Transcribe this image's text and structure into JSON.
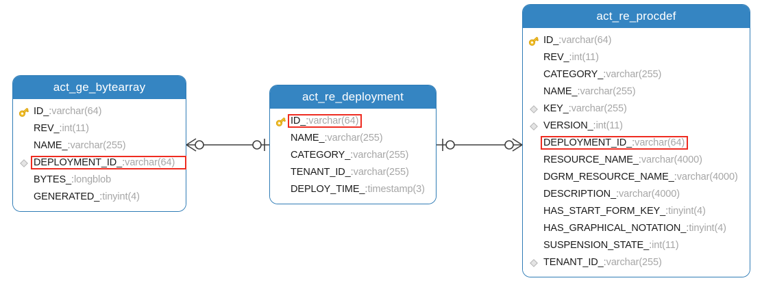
{
  "diagram": {
    "type": "entity-relationship-diagram",
    "background": "#ffffff",
    "header_color": "#3585c2",
    "border_color": "#2e7bb5",
    "highlight_color": "#ee2b20",
    "type_text_color": "#a6a6a6",
    "name_text_color": "#1a1a1a"
  },
  "tables": [
    {
      "id": "act_ge_bytearray",
      "title": "act_ge_bytearray",
      "fields": [
        {
          "name": "ID_",
          "sep": ":",
          "type": "varchar(64)",
          "marker": "primary-key-icon",
          "highlighted": false
        },
        {
          "name": "REV_",
          "sep": ":",
          "type": "int(11)",
          "marker": "none",
          "highlighted": false
        },
        {
          "name": "NAME_",
          "sep": ":",
          "type": "varchar(255)",
          "marker": "none",
          "highlighted": false
        },
        {
          "name": "DEPLOYMENT_ID_",
          "sep": ":",
          "type": "varchar(64)",
          "marker": "index-diamond-icon",
          "highlighted": true
        },
        {
          "name": "BYTES_",
          "sep": ":",
          "type": "longblob",
          "marker": "none",
          "highlighted": false
        },
        {
          "name": "GENERATED_",
          "sep": ":",
          "type": "tinyint(4)",
          "marker": "none",
          "highlighted": false
        }
      ]
    },
    {
      "id": "act_re_deployment",
      "title": "act_re_deployment",
      "fields": [
        {
          "name": "ID_",
          "sep": ":",
          "type": "varchar(64)",
          "marker": "primary-key-icon",
          "highlighted": true
        },
        {
          "name": "NAME_",
          "sep": ":",
          "type": "varchar(255)",
          "marker": "none",
          "highlighted": false
        },
        {
          "name": "CATEGORY_",
          "sep": ":",
          "type": "varchar(255)",
          "marker": "none",
          "highlighted": false
        },
        {
          "name": "TENANT_ID_",
          "sep": ":",
          "type": "varchar(255)",
          "marker": "none",
          "highlighted": false
        },
        {
          "name": "DEPLOY_TIME_",
          "sep": ":",
          "type": "timestamp(3)",
          "marker": "none",
          "highlighted": false
        }
      ]
    },
    {
      "id": "act_re_procdef",
      "title": "act_re_procdef",
      "fields": [
        {
          "name": "ID_",
          "sep": ":",
          "type": "varchar(64)",
          "marker": "primary-key-icon",
          "highlighted": false
        },
        {
          "name": "REV_",
          "sep": ":",
          "type": "int(11)",
          "marker": "none",
          "highlighted": false
        },
        {
          "name": "CATEGORY_",
          "sep": ":",
          "type": "varchar(255)",
          "marker": "none",
          "highlighted": false
        },
        {
          "name": "NAME_",
          "sep": ":",
          "type": "varchar(255)",
          "marker": "none",
          "highlighted": false
        },
        {
          "name": "KEY_",
          "sep": ":",
          "type": "varchar(255)",
          "marker": "index-diamond-icon",
          "highlighted": false
        },
        {
          "name": "VERSION_",
          "sep": ":",
          "type": "int(11)",
          "marker": "index-diamond-icon",
          "highlighted": false
        },
        {
          "name": "DEPLOYMENT_ID_",
          "sep": ":",
          "type": "varchar(64)",
          "marker": "none",
          "highlighted": true
        },
        {
          "name": "RESOURCE_NAME_",
          "sep": ":",
          "type": "varchar(4000)",
          "marker": "none",
          "highlighted": false
        },
        {
          "name": "DGRM_RESOURCE_NAME_",
          "sep": ":",
          "type": "varchar(4000)",
          "marker": "none",
          "highlighted": false
        },
        {
          "name": "DESCRIPTION_",
          "sep": ":",
          "type": "varchar(4000)",
          "marker": "none",
          "highlighted": false
        },
        {
          "name": "HAS_START_FORM_KEY_",
          "sep": ":",
          "type": "tinyint(4)",
          "marker": "none",
          "highlighted": false
        },
        {
          "name": "HAS_GRAPHICAL_NOTATION_",
          "sep": ":",
          "type": "tinyint(4)",
          "marker": "none",
          "highlighted": false
        },
        {
          "name": "SUSPENSION_STATE_",
          "sep": ":",
          "type": "int(11)",
          "marker": "none",
          "highlighted": false
        },
        {
          "name": "TENANT_ID_",
          "sep": ":",
          "type": "varchar(255)",
          "marker": "index-diamond-icon",
          "highlighted": false
        }
      ]
    }
  ],
  "relationships": [
    {
      "id": "bytearray-to-deployment",
      "from_table": "act_ge_bytearray",
      "from_cardinality": "zero-or-many",
      "to_table": "act_re_deployment",
      "to_cardinality": "zero-or-one"
    },
    {
      "id": "deployment-to-procdef",
      "from_table": "act_re_deployment",
      "from_cardinality": "zero-or-one",
      "to_table": "act_re_procdef",
      "to_cardinality": "zero-or-many"
    }
  ]
}
